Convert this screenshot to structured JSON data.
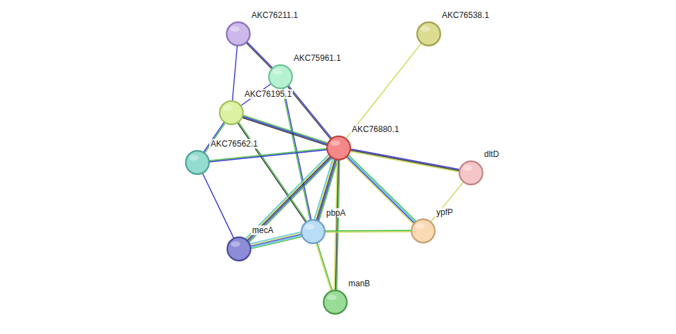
{
  "diagram": {
    "nodes": [
      {
        "text": [
          "AKC76211.1"
        ]
      },
      {
        "text": [
          "AKC76538.1"
        ]
      },
      {
        "text": [
          "AKC75961.1"
        ]
      },
      {
        "text": [
          "AKC76195.1"
        ]
      },
      {
        "text": [
          "AKC76880.1"
        ]
      },
      {
        "text": [
          "AKC76562.1"
        ]
      },
      {
        "text": [
          "dltD"
        ]
      },
      {
        "text": [
          "ypfP"
        ]
      },
      {
        "text": [
          "pbpA"
        ]
      },
      {
        "text": [
          "mecA"
        ]
      },
      {
        "text": [
          "manB"
        ]
      }
    ],
    "edges": [
      {
        "from": 0,
        "to": 2,
        "arrow": "none"
      },
      {
        "from": 0,
        "to": 3,
        "arrow": "none"
      },
      {
        "from": 2,
        "to": 4,
        "arrow": "none"
      },
      {
        "from": 2,
        "to": 3,
        "arrow": "none"
      },
      {
        "from": 2,
        "to": 8,
        "arrow": "none"
      },
      {
        "from": 3,
        "to": 4,
        "arrow": "none"
      },
      {
        "from": 3,
        "to": 5,
        "arrow": "none"
      },
      {
        "from": 3,
        "to": 8,
        "arrow": "none"
      },
      {
        "from": 5,
        "to": 4,
        "arrow": "none"
      },
      {
        "from": 5,
        "to": 9,
        "arrow": "none"
      },
      {
        "from": 4,
        "to": 1,
        "arrow": "none"
      },
      {
        "from": 4,
        "to": 6,
        "arrow": "none"
      },
      {
        "from": 4,
        "to": 7,
        "arrow": "none"
      },
      {
        "from": 4,
        "to": 8,
        "arrow": "none"
      },
      {
        "from": 4,
        "to": 9,
        "arrow": "none"
      },
      {
        "from": 4,
        "to": 10,
        "arrow": "none"
      },
      {
        "from": 6,
        "to": 7,
        "arrow": "none"
      },
      {
        "from": 8,
        "to": 7,
        "arrow": "none"
      },
      {
        "from": 8,
        "to": 9,
        "arrow": "none"
      },
      {
        "from": 8,
        "to": 10,
        "arrow": "none"
      }
    ]
  }
}
